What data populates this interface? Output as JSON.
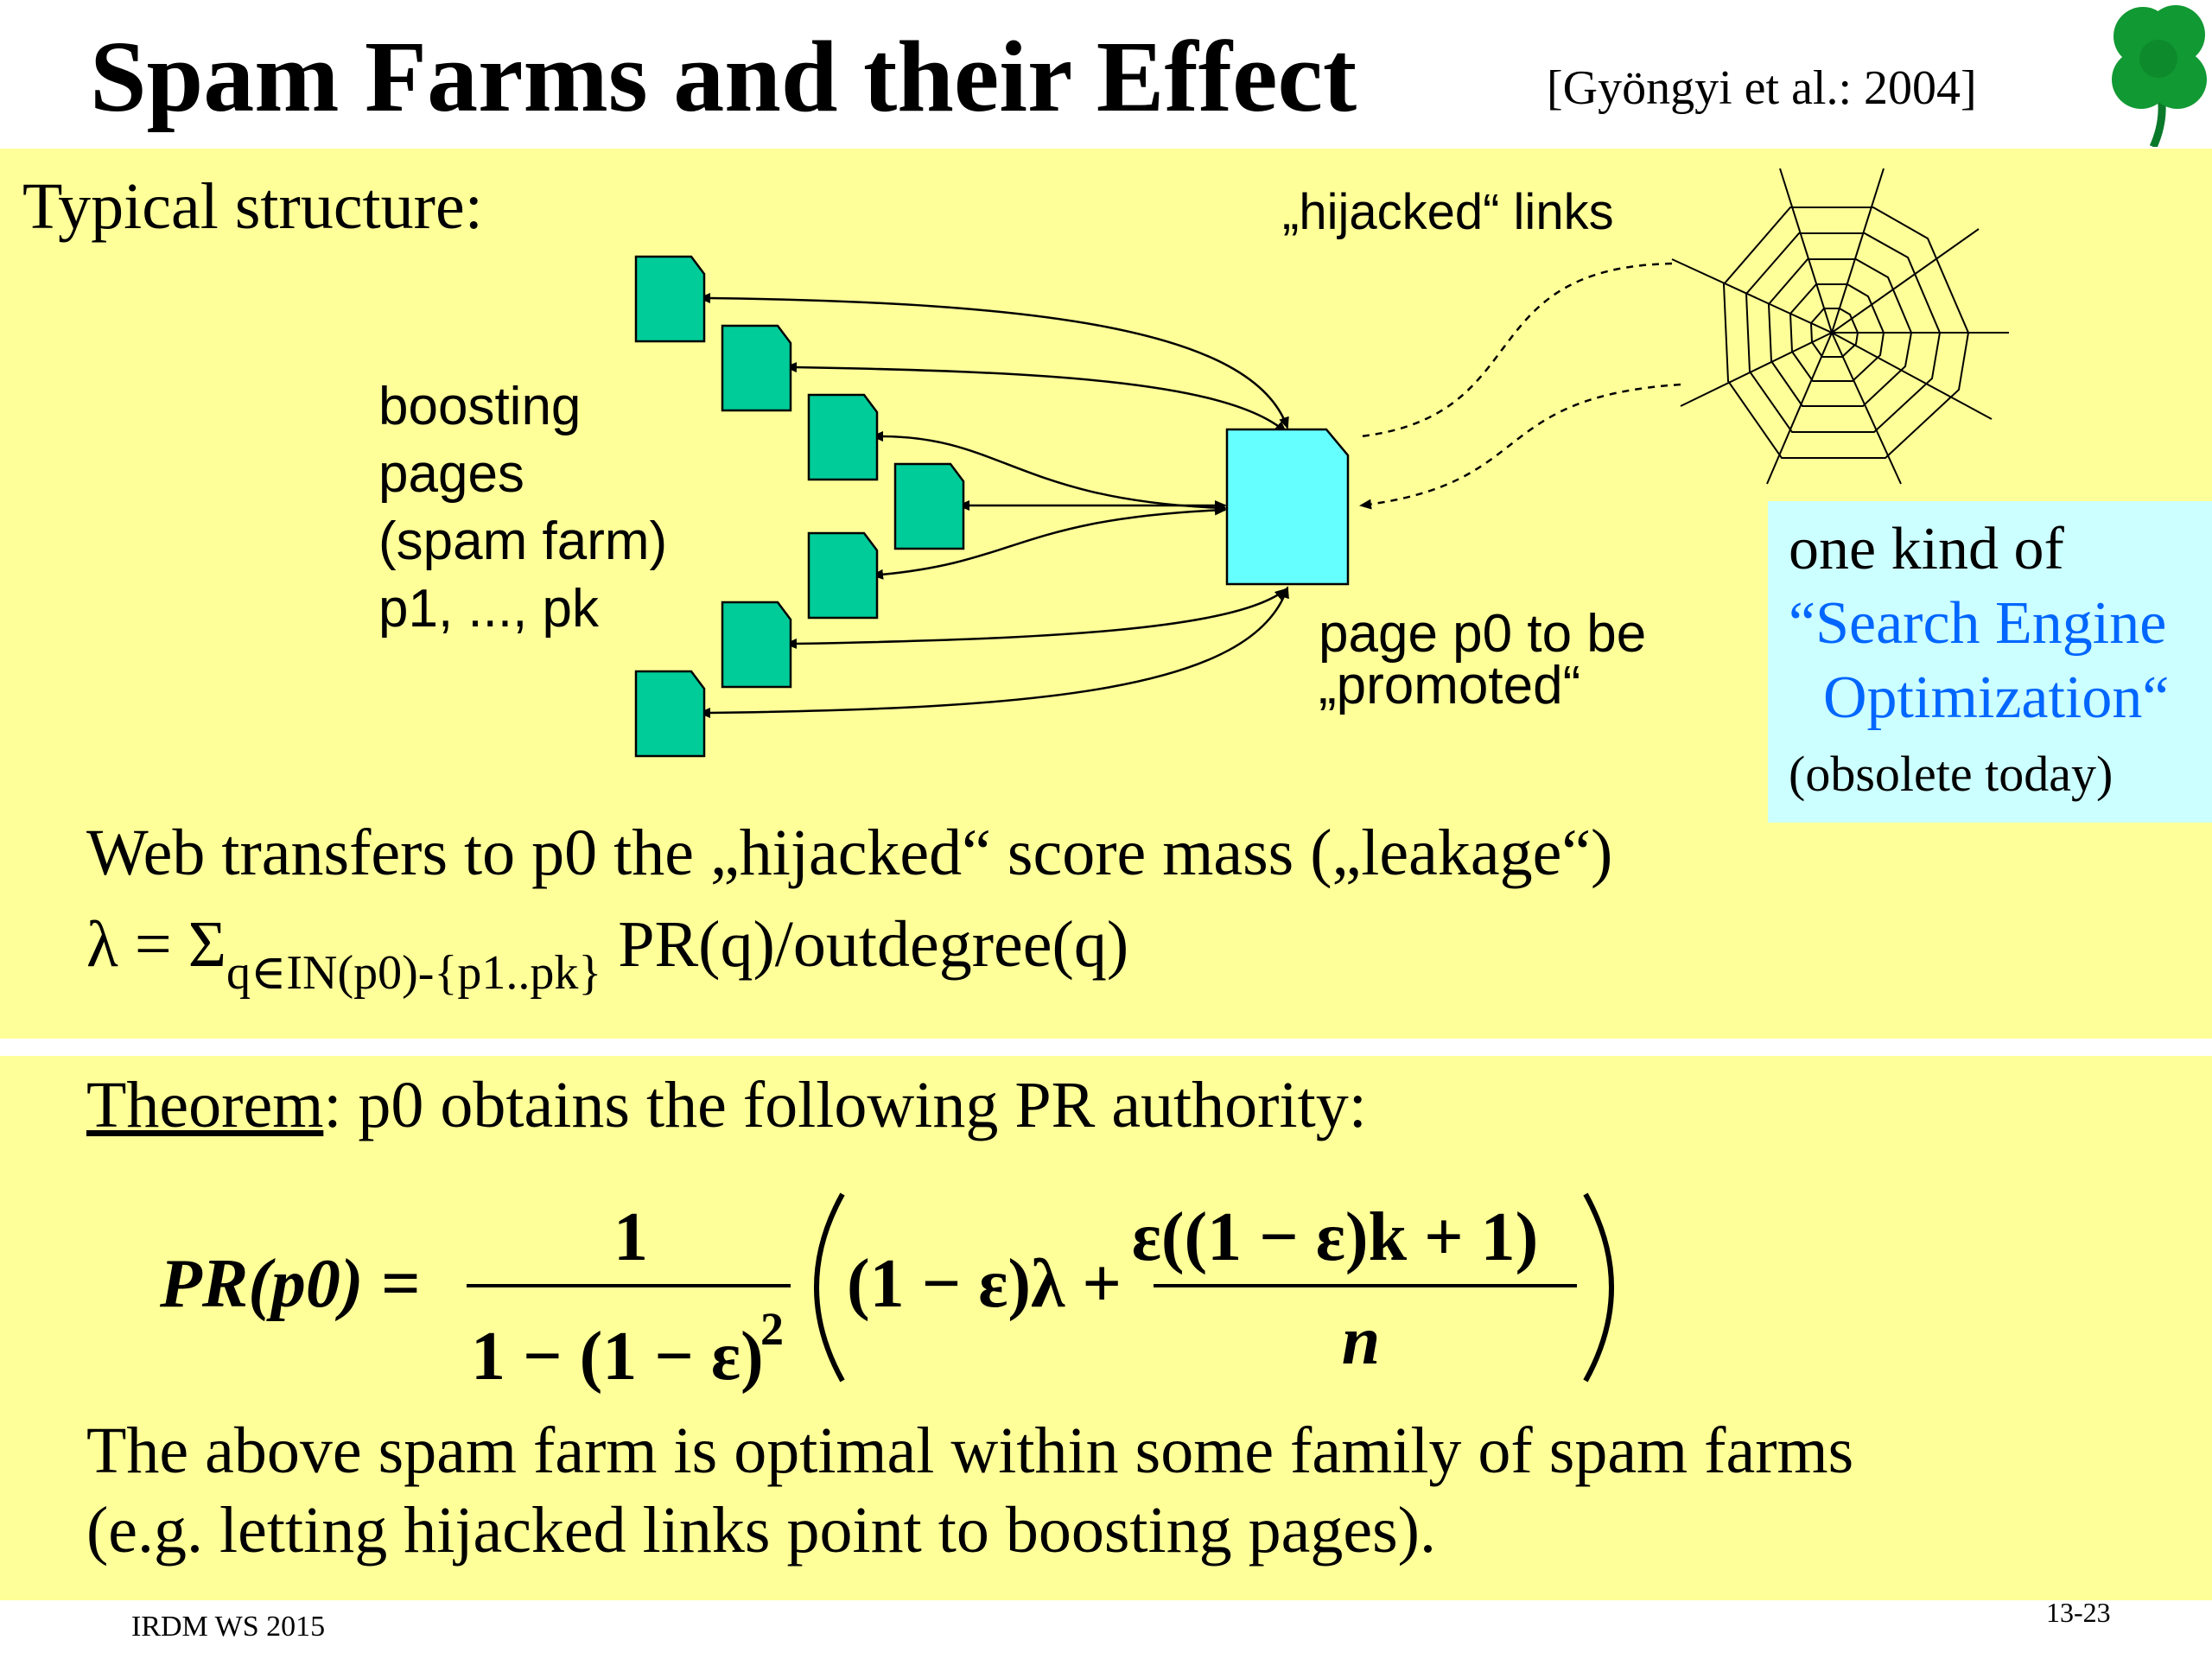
{
  "title": "Spam Farms and their Effect",
  "citation": "[Gyöngyi et al.: 2004]",
  "logo": "clover-icon",
  "diagram": {
    "typical_structure": "Typical structure:",
    "hijacked_links": "„hijacked“ links",
    "boosting_pages": [
      "boosting",
      "pages",
      "(spam farm)",
      "p1, ..., pk"
    ],
    "promoted_page": [
      "page p0 to be",
      "„promoted“"
    ],
    "boosting_page_count": 7,
    "colors": {
      "boosting_page": "#00cc99",
      "target_page": "#66ffff",
      "background": "#ffff99",
      "seo_box": "#ccffff",
      "seo_link_text": "#0066ff"
    }
  },
  "seo_note": {
    "line1": "one kind of",
    "line2": "“Search Engine",
    "line3": "Optimization“",
    "line4": "(obsolete today)"
  },
  "leakage": {
    "text": "Web transfers to p0 the „hijacked“ score mass („leakage“)",
    "lambda_lhs": "λ = Σ",
    "lambda_sub": "q∈IN(p0)-{p1..pk}",
    "lambda_rhs": "PR(q)/outdegree(q)"
  },
  "theorem": {
    "label": "Theorem",
    "text": ":  p0 obtains the following PR authority:"
  },
  "formula": {
    "lhs": "PR(p0) =",
    "frac1_num": "1",
    "frac1_den": "1 − (1 − ε)",
    "frac1_den_exp": "2",
    "term": "(1 − ε)λ +",
    "frac2_num": "ε((1 − ε)k + 1)",
    "frac2_den": "n"
  },
  "conclusion": {
    "line1": "The above spam farm is optimal within some family of spam farms",
    "line2": "(e.g. letting hijacked links point to boosting pages)."
  },
  "footer": {
    "left": "IRDM  WS 2015",
    "right": "13-23"
  }
}
